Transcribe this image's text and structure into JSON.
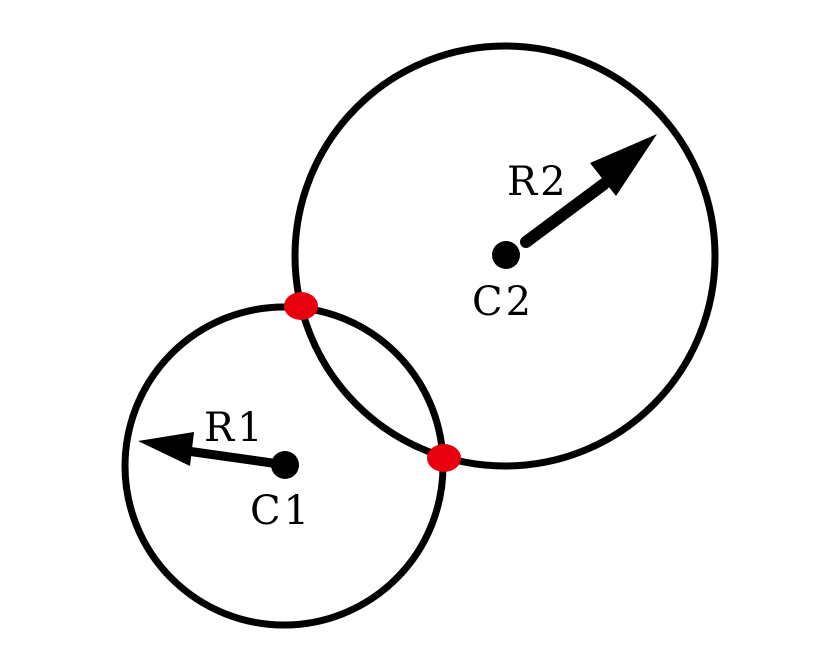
{
  "colors": {
    "outline": "#000000",
    "center_dot": "#000000",
    "intersection_point": "#e8000f",
    "background": "#ffffff"
  },
  "circles": [
    {
      "center_label": "C1",
      "radius_label": "R1"
    },
    {
      "center_label": "C2",
      "radius_label": "R2"
    }
  ],
  "intersection_points": 2
}
